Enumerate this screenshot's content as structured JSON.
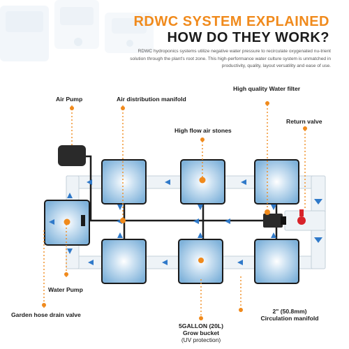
{
  "header": {
    "title_line1": "RDWC SYSTEM EXPLAINED",
    "title_line2": "HOW DO THEY WORK?",
    "intro": "RDWC hydroponics systems utilize negative water pressure to recirculate oxygenated nu-trient solution through the plant's root zone. This high-performance water culture system is unmatched in productivity, quality, layout versatility and ease of use."
  },
  "labels": {
    "air_pump": "Air Pump",
    "air_manifold": "Air distribution manifold",
    "water_filter": "High quality Water filter",
    "air_stones": "High flow air stones",
    "return_valve": "Return valve",
    "water_pump": "Water Pump",
    "drain_valve": "Garden hose drain valve",
    "bucket_line1": "5GALLON (20L)",
    "bucket_line2": "Grow bucket",
    "bucket_line3": "(UV protection)",
    "manifold_line1": "2\" (50.8mm)",
    "manifold_line2": "Circulation manifold"
  },
  "colors": {
    "accent": "#f08a1c",
    "flow_arrow": "#2f79c9",
    "bucket_fill": "#7fb2da",
    "bucket_border": "#1a1a1a",
    "pipe": "#eef3f7",
    "air_line": "#1c1c1c",
    "valve_red": "#d8232a"
  }
}
